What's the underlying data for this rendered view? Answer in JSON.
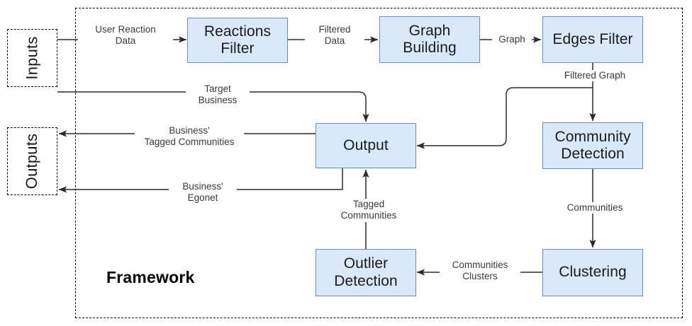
{
  "diagram": {
    "title": "Framework",
    "framework_label": "Framework",
    "colors": {
      "node_fill": "#dae8fc",
      "node_stroke": "#6c8ebf",
      "edge_stroke": "#2b2b2b",
      "boundary_stroke": "#000000",
      "label_text": "#3b3b3b",
      "background": "#ffffff"
    },
    "boundaries": [
      {
        "id": "inputs",
        "label": "Inputs",
        "orientation": "vertical"
      },
      {
        "id": "outputs",
        "label": "Outputs",
        "orientation": "vertical"
      },
      {
        "id": "framework",
        "label": "Framework",
        "orientation": "horizontal"
      }
    ],
    "nodes": [
      {
        "id": "reactions-filter",
        "label_line1": "Reactions",
        "label_line2": "Filter"
      },
      {
        "id": "graph-building",
        "label_line1": "Graph",
        "label_line2": "Building"
      },
      {
        "id": "edges-filter",
        "label_line1": "Edges Filter",
        "label_line2": ""
      },
      {
        "id": "community-detection",
        "label_line1": "Community",
        "label_line2": "Detection"
      },
      {
        "id": "clustering",
        "label_line1": "Clustering",
        "label_line2": ""
      },
      {
        "id": "outlier-detection",
        "label_line1": "Outlier",
        "label_line2": "Detection"
      },
      {
        "id": "output",
        "label_line1": "Output",
        "label_line2": ""
      }
    ],
    "edges": [
      {
        "id": "user-reaction-data",
        "label": "User Reaction\nData",
        "from": "inputs",
        "to": "reactions-filter"
      },
      {
        "id": "filtered-data",
        "label": "Filtered\nData",
        "from": "reactions-filter",
        "to": "graph-building"
      },
      {
        "id": "graph",
        "label": "Graph",
        "from": "graph-building",
        "to": "edges-filter"
      },
      {
        "id": "filtered-graph",
        "label": "Filtered Graph",
        "from": "edges-filter",
        "to": "community-detection"
      },
      {
        "id": "communities",
        "label": "Communities",
        "from": "community-detection",
        "to": "clustering"
      },
      {
        "id": "communities-clusters",
        "label": "Communities\nClusters",
        "from": "clustering",
        "to": "outlier-detection"
      },
      {
        "id": "tagged-communities",
        "label": "Tagged\nCommunities",
        "from": "outlier-detection",
        "to": "output"
      },
      {
        "id": "target-business",
        "label": "Target\nBusiness",
        "from": "inputs",
        "to": "output"
      },
      {
        "id": "business-tagged-communities",
        "label": "Business'\nTagged Communities",
        "from": "output",
        "to": "outputs"
      },
      {
        "id": "business-egonet",
        "label": "Business'\nEgonet",
        "from": "output",
        "to": "outputs"
      }
    ]
  }
}
